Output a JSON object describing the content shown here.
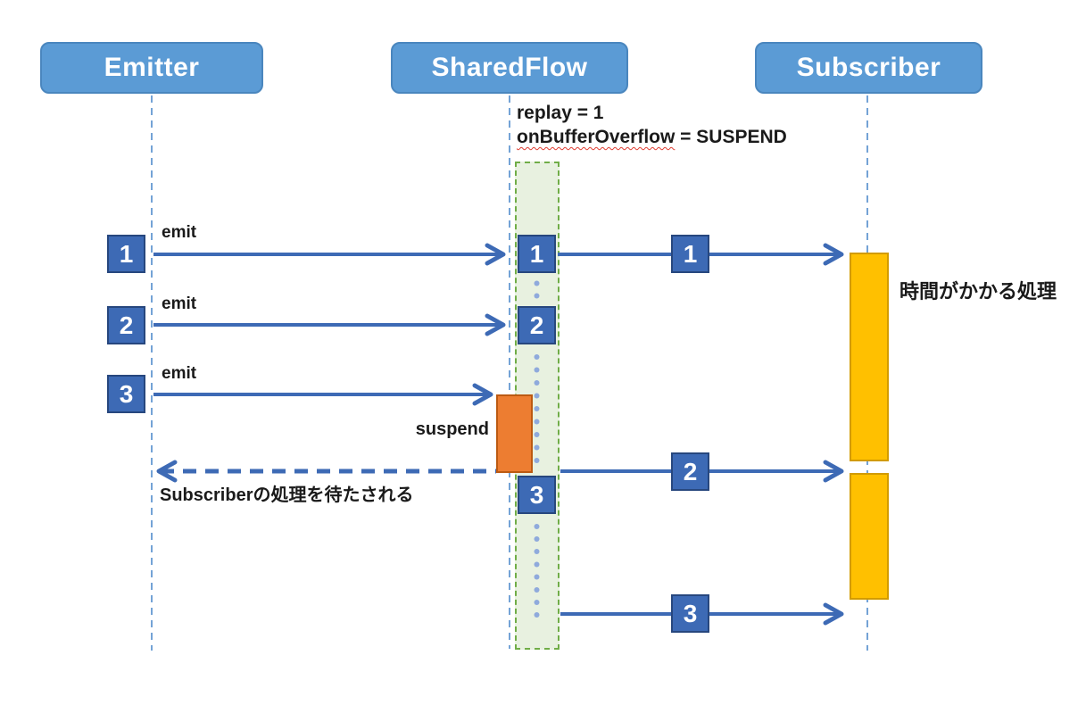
{
  "actors": [
    {
      "label": "Emitter"
    },
    {
      "label": "SharedFlow"
    },
    {
      "label": "Subscriber"
    }
  ],
  "sharedflow_params": {
    "replay": "replay = 1",
    "overflow_name": "onBufferOverflow",
    "overflow_rest": " = SUSPEND"
  },
  "emit_rows": [
    {
      "value": "1",
      "label": "emit"
    },
    {
      "value": "2",
      "label": "emit"
    },
    {
      "value": "3",
      "label": "emit"
    }
  ],
  "buffer_slots": [
    {
      "value": "1"
    },
    {
      "value": "2"
    },
    {
      "value": "3"
    }
  ],
  "delivery_messages": [
    {
      "value": "1"
    },
    {
      "value": "2"
    },
    {
      "value": "3"
    }
  ],
  "annotations": {
    "suspend": "suspend",
    "wait_note": "Subscriberの処理を待たされる",
    "processing_note": "時間がかかる処理"
  },
  "colors": {
    "header-fill": "#5B9BD5",
    "header-border": "#4A86BE",
    "box-fill": "#3D6AB5",
    "box-border": "#27477E",
    "arrow": "#3D6AB5",
    "lifeline": "#74A3D6",
    "orange-fill": "#ED7D31",
    "orange-border": "#BC5A12",
    "yellow-fill": "#FFC000",
    "yellow-border": "#D29B00",
    "buffer-fill": "#E8F1E0",
    "buffer-border": "#70AD47",
    "dot": "#8FAADC",
    "squiggle": "#E03C31",
    "text": "#1A1A1A"
  }
}
